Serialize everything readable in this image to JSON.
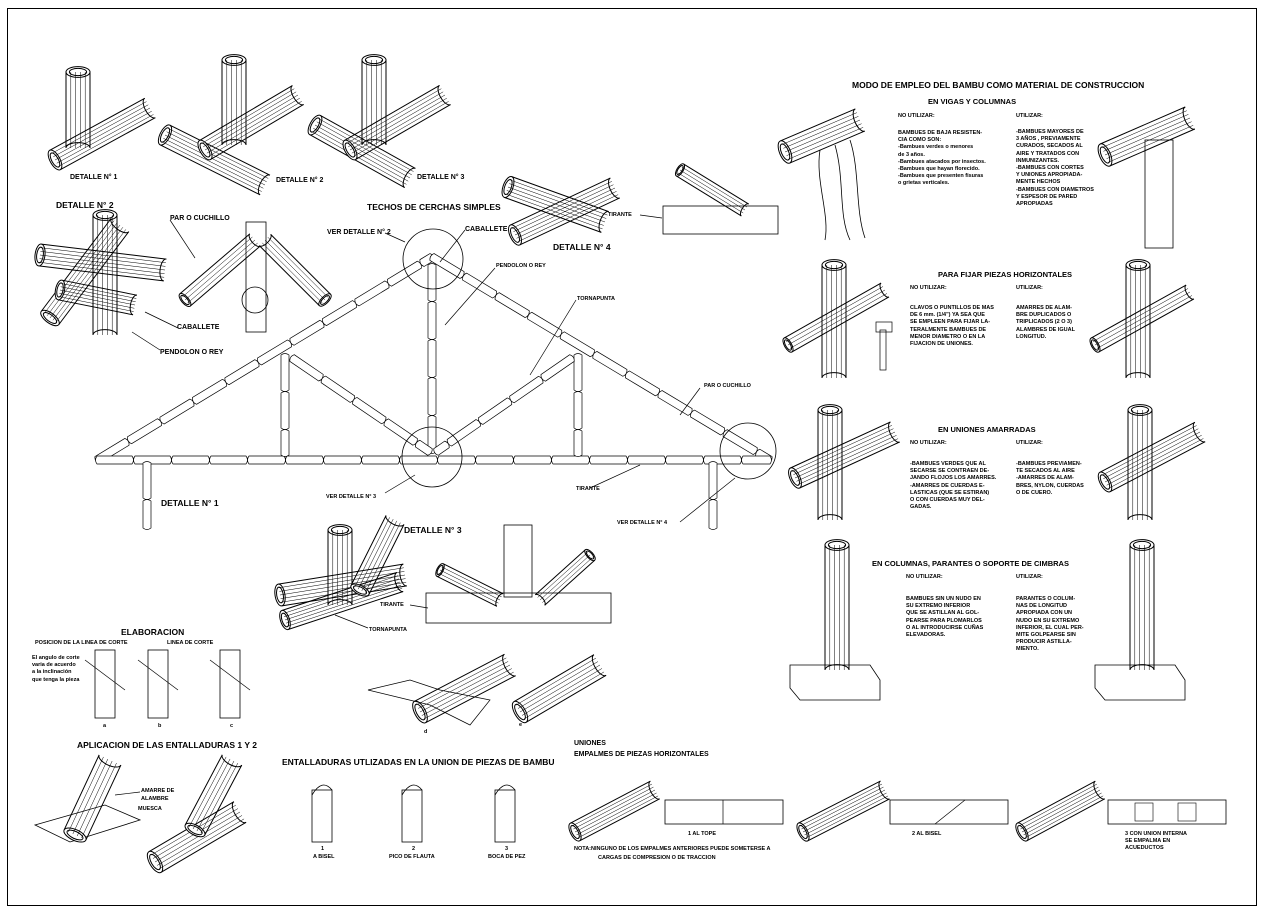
{
  "labels": {
    "detalle_n1_top": "DETALLE N° 1",
    "detalle_n2_top": "DETALLE N° 2",
    "detalle_n3_top": "DETALLE N° 3",
    "detalle_n2": "DETALLE N° 2",
    "par_o_cuchillo": "PAR O CUCHILLO",
    "caballete": "CABALLETE",
    "pendolon_o_rey": "PENDOLON O REY",
    "techos_title": "TECHOS DE CERCHAS SIMPLES",
    "ver_detalle_n2": "VER DETALLE N° 2",
    "caballete_truss": "CABALLETE",
    "pendolon_truss": "PENDOLON O REY",
    "tornapunta": "TORNAPUNTA",
    "detalle_n4": "DETALLE N° 4",
    "tirante_d4": "TIRANTE",
    "par_o_cuchillo_truss": "PAR O CUCHILLO",
    "tirante_truss": "TIRANTE",
    "ver_detalle_n3": "VER DETALLE N° 3",
    "ver_detalle_n4": "VER DETALLE N° 4",
    "detalle_n1": "DETALLE N° 1",
    "detalle_n3": "DETALLE N° 3",
    "tirante_d3": "TIRANTE",
    "tornapunta_d3": "TORNAPUNTA",
    "elaboracion": "ELABORACION",
    "posicion_linea": "POSICION DE LA LINEA DE CORTE",
    "linea_de_corte": "LINEA DE CORTE",
    "angulo_note_1": "El angulo de corte",
    "angulo_note_2": "varia de acuerdo",
    "angulo_note_3": "a la inclinación",
    "angulo_note_4": "que tenga la pieza",
    "elab_a": "a",
    "elab_b": "b",
    "elab_c": "c",
    "cut_d": "d",
    "cut_e": "e",
    "aplicacion": "APLICACION DE LAS ENTALLADURAS 1 Y 2",
    "amarre_1": "AMARRE DE",
    "amarre_2": "ALAMBRE",
    "amarre_3": "MUESCA",
    "entalladuras_title": "ENTALLADURAS UTLIZADAS EN LA UNION DE PIEZAS DE BAMBU",
    "ent_1_num": "1",
    "ent_1": "A BISEL",
    "ent_2_num": "2",
    "ent_2": "PICO DE FLAUTA",
    "ent_3_num": "3",
    "ent_3": "BOCA DE PEZ",
    "uniones": "UNIONES",
    "empalmes": "EMPALMES DE PIEZAS HORIZONTALES",
    "al_tope": "1 AL TOPE",
    "al_bisel": "2 AL BISEL",
    "union_interna_1": "3 CON UNION INTERNA",
    "union_interna_2": "SE EMPALMA EN",
    "union_interna_3": "ACUEDUCTOS",
    "nota_1": "NOTA:NINGUNO DE LOS EMPALMES ANTERIORES PUEDE SOMETERSE A",
    "nota_2": "CARGAS DE COMPRESION O DE TRACCION"
  },
  "right_panel": {
    "title": "MODO DE EMPLEO DEL BAMBU COMO MATERIAL DE CONSTRUCCION",
    "sections": [
      {
        "heading": "EN VIGAS Y COLUMNAS",
        "no_utilizar": "NO UTILIZAR:",
        "utilizar": "UTILIZAR:",
        "no_lines": [
          "BAMBUES DE BAJA RESISTEN-",
          "CIA COMO SON:",
          "-Bambues verdes o menores",
          "  de 3 años.",
          "-Bambues atacados por insectos.",
          "-Bambues que hayan florecido.",
          "-Bambues que presenten fisuras",
          "  o grietas verticales."
        ],
        "yes_lines": [
          "-BAMBUES MAYORES DE",
          "3 AÑOS , PREVIAMENTE",
          "CURADOS, SECADOS AL",
          "AIRE Y TRATADOS CON",
          "INMUNIZANTES.",
          "-BAMBUES CON CORTES",
          "Y UNIONES APROPIADA-",
          "MENTE HECHOS",
          "-BAMBUES CON DIAMETROS",
          "Y ESPESOR DE PARED",
          "APROPIADAS"
        ]
      },
      {
        "heading": "PARA FIJAR PIEZAS HORIZONTALES",
        "no_utilizar": "NO UTILIZAR:",
        "utilizar": "UTILIZAR:",
        "no_lines": [
          "CLAVOS O PUNTILLOS DE MAS",
          "DE 6 mm. (1/4\") YA SEA QUE",
          "SE EMPLEEN PARA FIJAR LA-",
          "TERALMENTE BAMBUES DE",
          "MENOR DIAMETRO O EN LA",
          "FIJACION DE UNIONES."
        ],
        "yes_lines": [
          "AMARRES DE ALAM-",
          "BRE DUPLICADOS O",
          "TRIPLICADOS (2 O 3)",
          "ALAMBRES DE IGUAL",
          "LONGITUD."
        ]
      },
      {
        "heading": "EN UNIONES AMARRADAS",
        "no_utilizar": "NO UTILIZAR:",
        "utilizar": "UTILIZAR:",
        "no_lines": [
          "-BAMBUES VERDES QUE AL",
          "SECARSE SE CONTRAEN DE-",
          "JANDO FLOJOS LOS AMARRES.",
          "-AMARRES DE CUERDAS E-",
          "LASTICAS (QUE SE ESTIRAN)",
          "O CON CUERDAS MUY DEL-",
          "GADAS."
        ],
        "yes_lines": [
          "-BAMBUES PREVIAMEN-",
          "TE SECADOS AL AIRE",
          "-AMARRES DE ALAM-",
          "BRES, NYLON, CUERDAS",
          "O DE CUERO."
        ]
      },
      {
        "heading": "EN COLUMNAS, PARANTES O SOPORTE DE CIMBRAS",
        "no_utilizar": "NO UTILIZAR:",
        "utilizar": "UTILIZAR:",
        "no_lines": [
          "BAMBUES SIN UN NUDO EN",
          "SU EXTREMO INFERIOR",
          "QUE SE ASTILLAN AL GOL-",
          "PEARSE PARA PLOMARLOS",
          "O AL INTRODUCIRSE CUÑAS",
          "ELEVADORAS."
        ],
        "yes_lines": [
          "PARANTES O COLUM-",
          "NAS DE LONGITUD",
          "APROPIADA CON UN",
          "NUDO EN SU EXTREMO",
          "INFERIOR, EL CUAL PER-",
          "MITE GOLPEARSE SIN",
          "PRODUCIR ASTILLA-",
          "MIENTO."
        ]
      }
    ]
  }
}
